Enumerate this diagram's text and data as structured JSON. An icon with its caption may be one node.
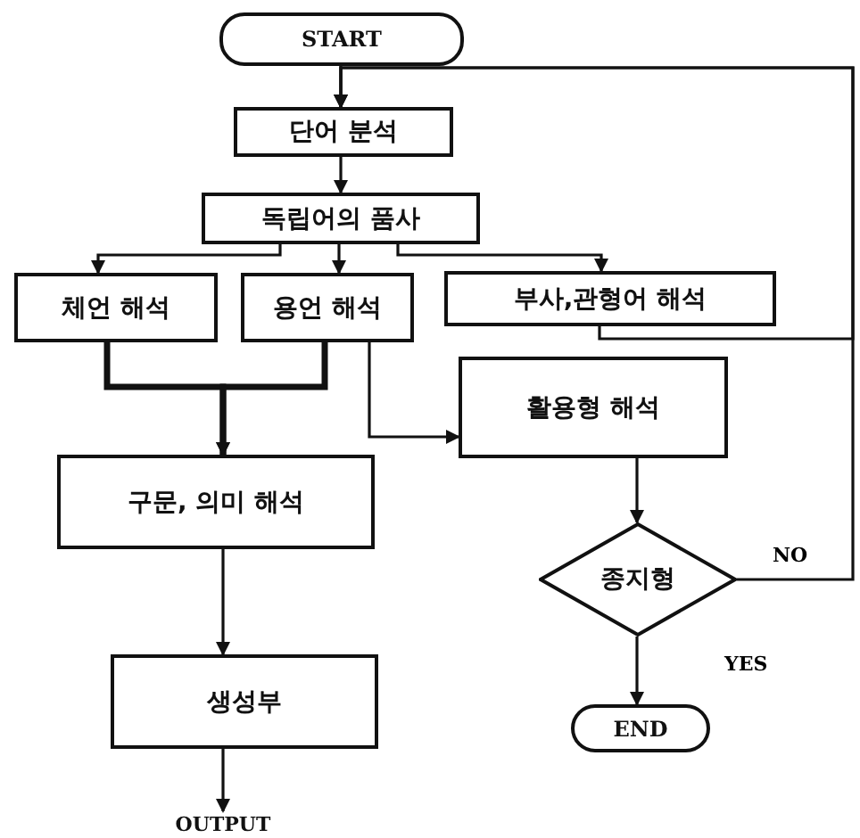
{
  "diagram": {
    "nodes": [
      {
        "text": [
          "START"
        ]
      },
      {
        "text": [
          "단어 분석"
        ]
      },
      {
        "text": [
          "독립어의 품사"
        ]
      },
      {
        "text": [
          "체언 해석"
        ]
      },
      {
        "text": [
          "용언 해석"
        ]
      },
      {
        "text": [
          "부사,관형어 해석"
        ]
      },
      {
        "text": [
          "활용형 해석"
        ]
      },
      {
        "text": [
          "구문, 의미 해석"
        ]
      },
      {
        "text": [
          "종지형"
        ]
      },
      {
        "text": [
          "생성부"
        ]
      },
      {
        "text": [
          "END"
        ]
      },
      {
        "text": [
          "OUTPUT"
        ]
      }
    ],
    "edges": [
      {
        "from": 0,
        "to": 1,
        "arrow": "to"
      },
      {
        "from": 1,
        "to": 2,
        "arrow": "to"
      },
      {
        "from": 2,
        "to": 3,
        "arrow": "to"
      },
      {
        "from": 2,
        "to": 4,
        "arrow": "to"
      },
      {
        "from": 2,
        "to": 5,
        "arrow": "to"
      },
      {
        "from": 3,
        "to": 7,
        "arrow": "to",
        "style": "thick"
      },
      {
        "from": 4,
        "to": 7,
        "arrow": "to",
        "style": "thick"
      },
      {
        "from": 4,
        "to": 6,
        "arrow": "to"
      },
      {
        "from": 5,
        "to": 1,
        "arrow": "to"
      },
      {
        "from": 6,
        "to": 8,
        "arrow": "to"
      },
      {
        "from": 8,
        "to": 1,
        "arrow": "to",
        "label": "NO"
      },
      {
        "from": 8,
        "to": 10,
        "arrow": "to",
        "label": "YES"
      },
      {
        "from": 7,
        "to": 9,
        "arrow": "to"
      },
      {
        "from": 9,
        "to": 11,
        "arrow": "to"
      }
    ]
  }
}
